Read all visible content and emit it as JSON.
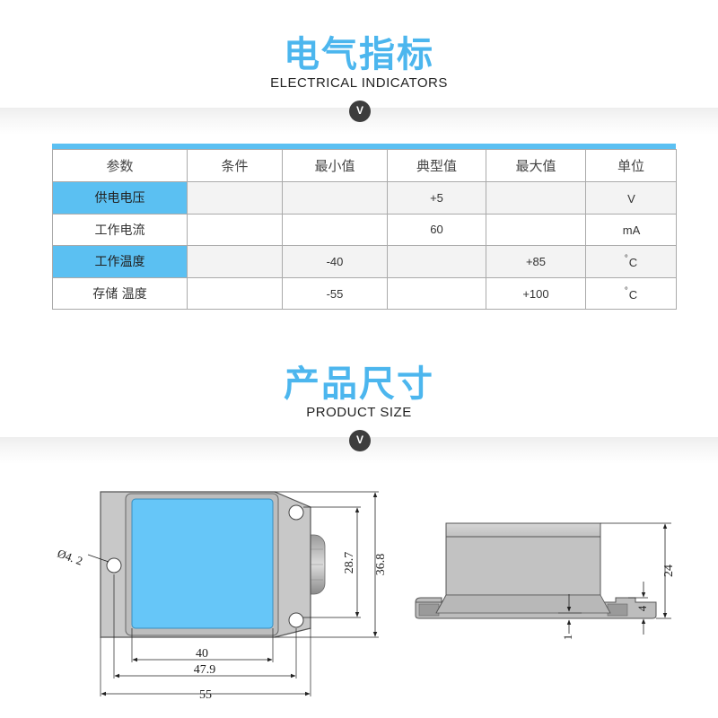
{
  "electrical": {
    "title": "电气指标",
    "subtitle": "ELECTRICAL  INDICATORS",
    "chevron": "V"
  },
  "spec_table": {
    "headers": [
      "参数",
      "条件",
      "最小值",
      "典型值",
      "最大值",
      "单位"
    ],
    "rows": [
      {
        "param": "供电电压",
        "condition": "",
        "min": "",
        "typ": "+5",
        "max": "",
        "unit": "V",
        "unit_deg": ""
      },
      {
        "param": "工作电流",
        "condition": "",
        "min": "",
        "typ": "60",
        "max": "",
        "unit": "mA",
        "unit_deg": ""
      },
      {
        "param": "工作温度",
        "condition": "",
        "min": "-40",
        "typ": "",
        "max": "+85",
        "unit": "C",
        "unit_deg": "°"
      },
      {
        "param": "存储 温度",
        "condition": "",
        "min": "-55",
        "typ": "",
        "max": "+100",
        "unit": "C",
        "unit_deg": "°"
      }
    ],
    "highlight_color": "#5bc0f2"
  },
  "product": {
    "title": "产品尺寸",
    "subtitle": "PRODUCT  SIZE",
    "chevron": "V"
  },
  "drawing": {
    "hole_label": "Ø4. 2",
    "dim_40": "40",
    "dim_47_9": "47.9",
    "dim_55": "55",
    "dim_28_7": "28.7",
    "dim_36_8": "36.8",
    "dim_24": "24",
    "dim_4": "4",
    "dim_1": "1"
  },
  "colors": {
    "accent": "#4cb6ee",
    "panel_blue": "#66c6f8",
    "housing_grey": "#c4c4c4"
  }
}
